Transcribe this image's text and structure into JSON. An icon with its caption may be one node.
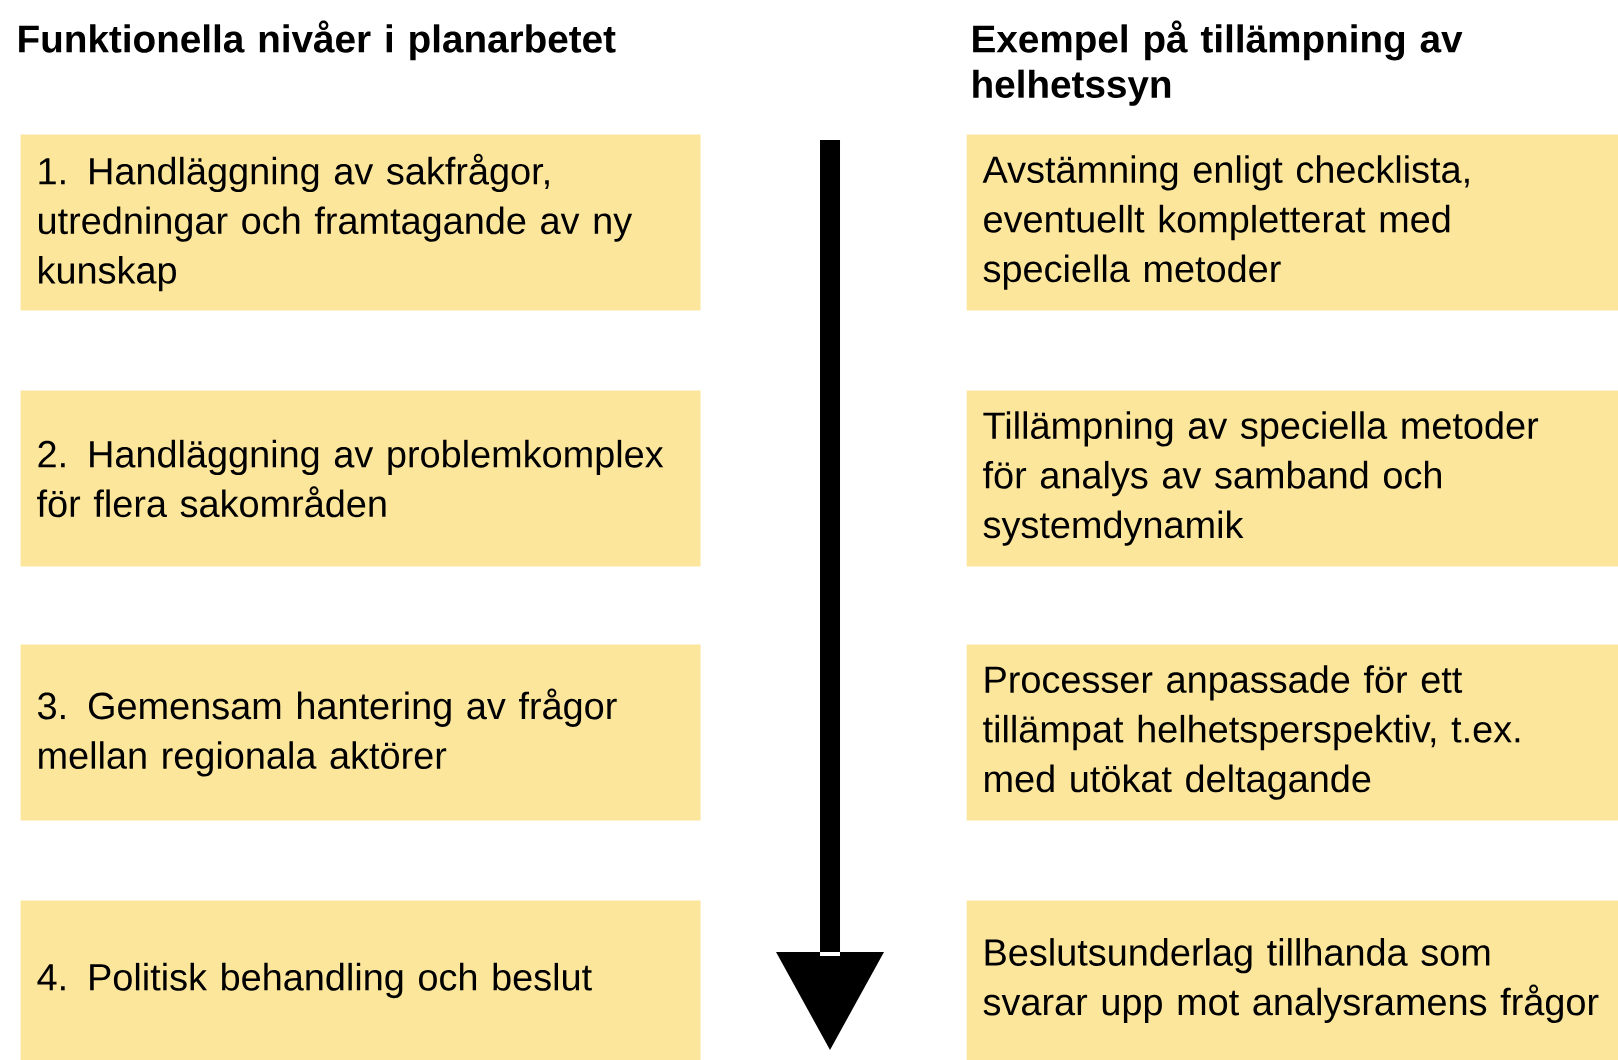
{
  "diagram": {
    "nodes": [
      {
        "text": [
          "1. Handläggning av sakfrågor, utredningar och framtagande av ny kunskap"
        ]
      },
      {
        "text": [
          "Avstämning enligt checklista, eventuellt kompletterat med speciella metoder"
        ]
      },
      {
        "text": [
          "2. Handläggning av problemkomplex för flera sakområden"
        ]
      },
      {
        "text": [
          "Tillämpning av speciella metoder för analys av samband och systemdynamik"
        ]
      },
      {
        "text": [
          "3. Gemensam hantering av frågor mellan regionala aktörer"
        ]
      },
      {
        "text": [
          "Processer anpassade för ett tillämpat helhetsperspektiv, t.ex. med utökat deltagande"
        ]
      },
      {
        "text": [
          "4. Politisk behandling och beslut"
        ]
      },
      {
        "text": [
          "Beslutsunderlag tillhanda som svarar upp mot analysramens frågor"
        ]
      }
    ],
    "edges": [],
    "labels": [
      "Funktionella nivåer i planarbetet",
      "Exempel på tillämpning av helhetssyn"
    ]
  }
}
